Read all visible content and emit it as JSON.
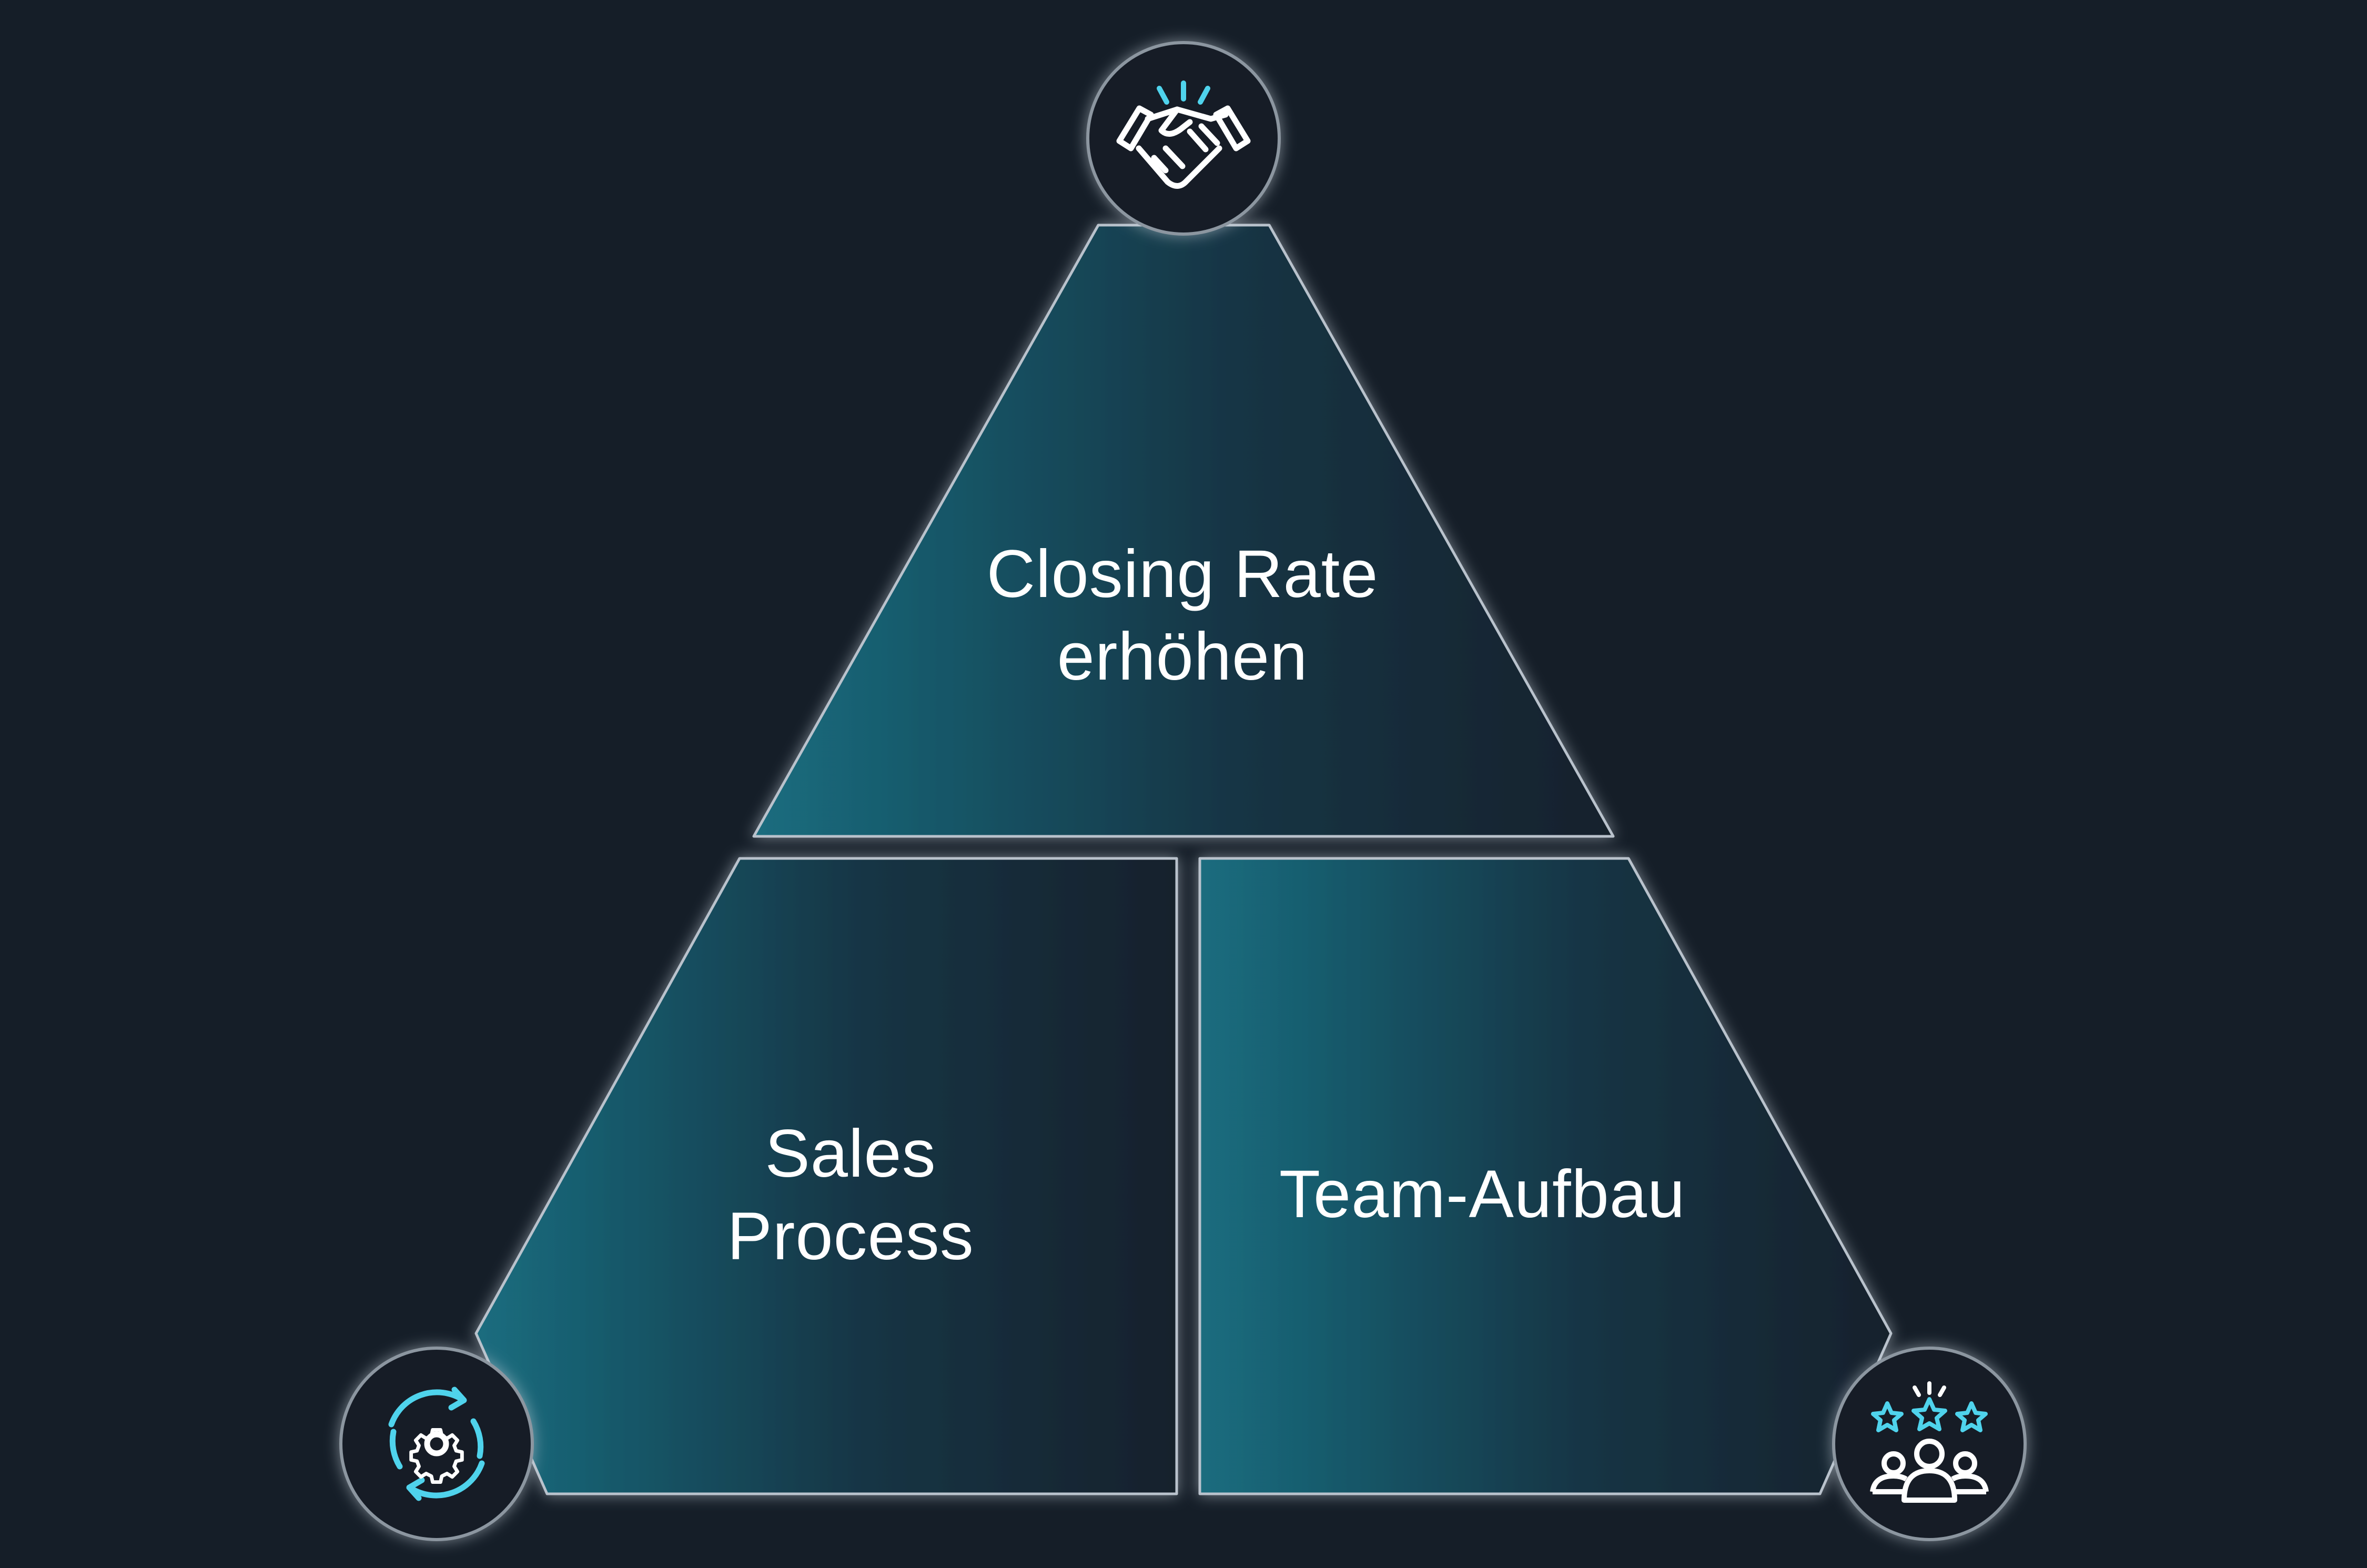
{
  "segments": {
    "top": {
      "line1": "Closing Rate",
      "line2": "erhöhen"
    },
    "bottom_left": {
      "line1": "Sales",
      "line2": "Process"
    },
    "bottom_right": {
      "line1": "Team-Aufbau"
    }
  },
  "icons": {
    "top": "handshake-icon",
    "bottom_left": "gear-cycle-icon",
    "bottom_right": "team-rating-icon"
  },
  "colors": {
    "background": "#151e28",
    "fill_teal": "#1a6d7f",
    "fill_dark": "#14212c",
    "outline": "#b9c2cc",
    "icon_accent": "#4fd3ec",
    "icon_white": "#ffffff"
  }
}
